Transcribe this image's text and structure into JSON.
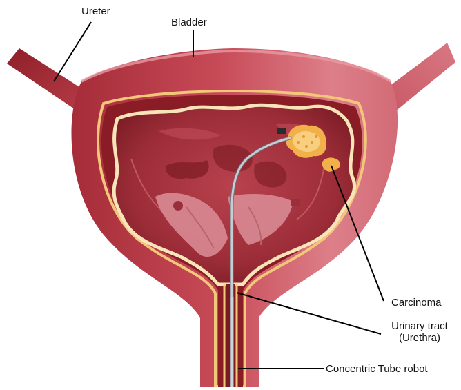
{
  "labels": {
    "ureter": "Ureter",
    "bladder": "Bladder",
    "carcinoma": "Carcinoma",
    "urinary_tract_line1": "Urinary tract",
    "urinary_tract_line2": "(Urethra)",
    "robot": "Concentric Tube robot"
  },
  "colors": {
    "wall_outer": "#c94c59",
    "wall_highlight": "#e08a93",
    "wall_dark": "#8f1f28",
    "interior": "#a8333f",
    "interior_dark": "#7a1a22",
    "mucosa_line": "#f7e4b8",
    "fat_layer": "#f2c77a",
    "tumor": "#f2b04a",
    "robot_tube": "#b8bcc2",
    "leader_line": "#000000"
  }
}
